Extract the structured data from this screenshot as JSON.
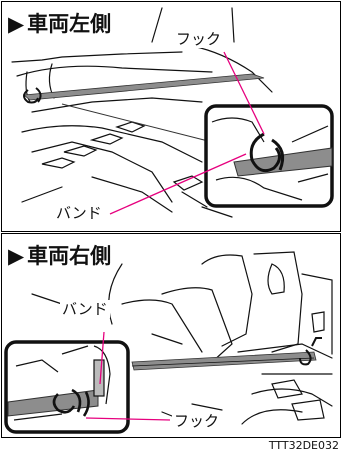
{
  "panels": {
    "left": {
      "title": "車両左側",
      "hook_label": "フック",
      "band_label": "バンド"
    },
    "right": {
      "title": "車両右側",
      "band_label": "バンド",
      "hook_label": "フック"
    }
  },
  "figure_code": "TTT32DE032",
  "colors": {
    "leader_line": "#e6007e",
    "line_art": "#111111",
    "strap": "#888888"
  }
}
